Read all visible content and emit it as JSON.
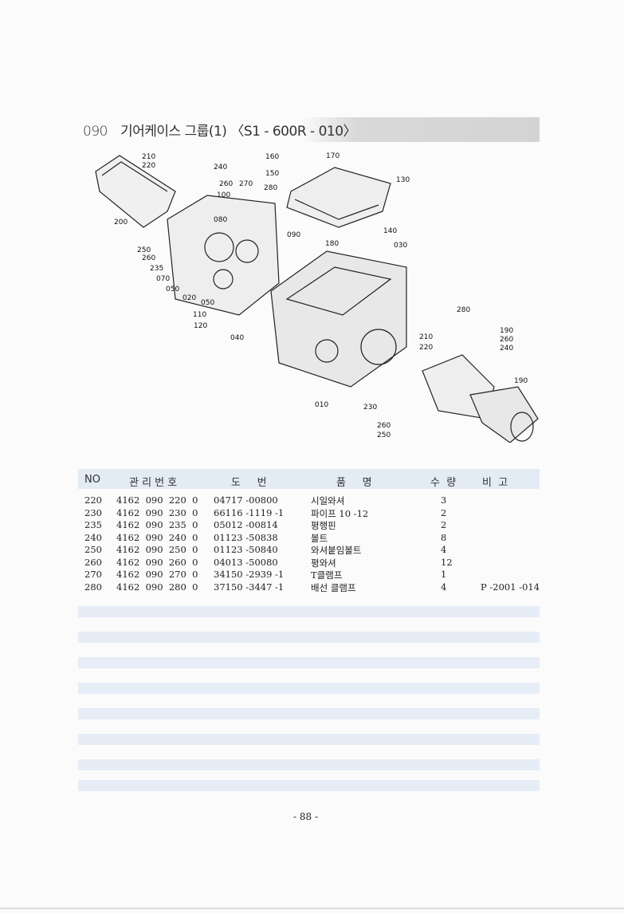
{
  "title": {
    "code": "090",
    "text": "기어케이스 그룹(1) 〈S1 - 600R - 010〉"
  },
  "diagram_labels": [
    "210",
    "220",
    "240",
    "260",
    "270",
    "100",
    "200",
    "080",
    "250",
    "260",
    "235",
    "070",
    "050",
    "020",
    "050",
    "110",
    "120",
    "040",
    "160",
    "170",
    "150",
    "280",
    "130",
    "090",
    "180",
    "140",
    "030",
    "280",
    "190",
    "260",
    "240",
    "210",
    "220",
    "190",
    "010",
    "230",
    "260",
    "250"
  ],
  "table": {
    "headers": [
      "NO",
      "관 리 번 호",
      "도     번",
      "품     명",
      "수  량",
      "비  고"
    ],
    "rows": [
      [
        "220",
        "4162  090  220  0",
        "04717 -00800",
        "시일와셔",
        "3",
        ""
      ],
      [
        "230",
        "4162  090  230  0",
        "66116 -1119 -1",
        "파이프 10 -12",
        "2",
        ""
      ],
      [
        "235",
        "4162  090  235  0",
        "05012 -00814",
        "평행핀",
        "2",
        ""
      ],
      [
        "240",
        "4162  090  240  0",
        "01123 -50838",
        "볼트",
        "8",
        ""
      ],
      [
        "250",
        "4162  090  250  0",
        "01123 -50840",
        "와셔붙임볼트",
        "4",
        ""
      ],
      [
        "260",
        "4162  090  260  0",
        "04013 -50080",
        "평와셔",
        "12",
        ""
      ],
      [
        "270",
        "4162  090  270  0",
        "34150 -2939 -1",
        "T클램프",
        "1",
        ""
      ],
      [
        "280",
        "4162  090  280  0",
        "37150 -3447 -1",
        "배선 클램프",
        "4",
        "P -2001 -014"
      ]
    ]
  },
  "page_number": "- 88 -"
}
